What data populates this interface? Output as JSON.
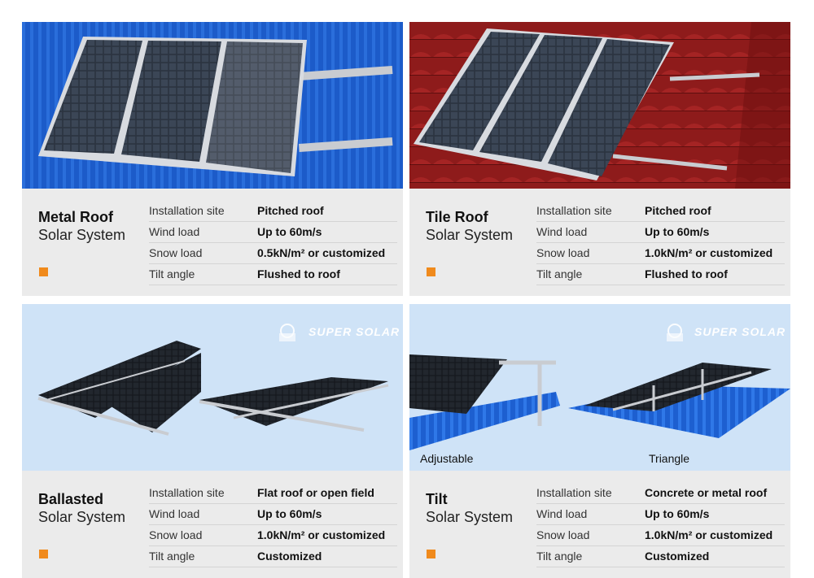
{
  "cards": [
    {
      "title_line1": "Metal Roof",
      "title_line2": "Solar System",
      "specs": [
        {
          "label": "Installation site",
          "value": "Pitched roof"
        },
        {
          "label": "Wind load",
          "value": "Up to 60m/s"
        },
        {
          "label": "Snow load",
          "value": "0.5kN/m² or customized"
        },
        {
          "label": "Tilt angle",
          "value": "Flushed to roof"
        }
      ]
    },
    {
      "title_line1": "Tile Roof",
      "title_line2": "Solar System",
      "specs": [
        {
          "label": "Installation site",
          "value": "Pitched roof"
        },
        {
          "label": "Wind load",
          "value": "Up to 60m/s"
        },
        {
          "label": "Snow load",
          "value": "1.0kN/m² or customized"
        },
        {
          "label": "Tilt angle",
          "value": "Flushed to roof"
        }
      ]
    },
    {
      "title_line1": "Ballasted",
      "title_line2": "Solar System",
      "watermark": "SUPER SOLAR",
      "specs": [
        {
          "label": "Installation site",
          "value": "Flat roof or open field"
        },
        {
          "label": "Wind load",
          "value": "Up to 60m/s"
        },
        {
          "label": "Snow load",
          "value": "1.0kN/m² or customized"
        },
        {
          "label": "Tilt angle",
          "value": "Customized"
        }
      ]
    },
    {
      "title_line1": "Tilt",
      "title_line2": "Solar System",
      "watermark": "SUPER SOLAR",
      "captions": [
        "Adjustable",
        "Triangle"
      ],
      "specs": [
        {
          "label": "Installation site",
          "value": "Concrete or metal roof"
        },
        {
          "label": "Wind load",
          "value": "Up to 60m/s"
        },
        {
          "label": "Snow load",
          "value": "1.0kN/m² or customized"
        },
        {
          "label": "Tilt angle",
          "value": "Customized"
        }
      ]
    }
  ],
  "colors": {
    "accent": "#f08a1c",
    "metal_roof_blue": "#1d5fd0",
    "tile_red": "#8b1a1a",
    "sky_bg": "#cfe3f7"
  }
}
